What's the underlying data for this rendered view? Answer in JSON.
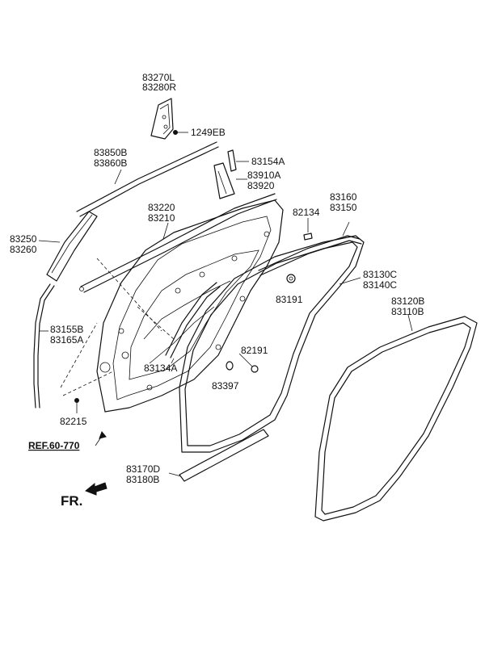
{
  "labels": {
    "p83270L": "83270L",
    "p83280R": "83280R",
    "p1249EB": "1249EB",
    "p83850B": "83850B",
    "p83860B": "83860B",
    "p83154A": "83154A",
    "p83910A": "83910A",
    "p83920": "83920",
    "p83220": "83220",
    "p83210": "83210",
    "p82134": "82134",
    "p83160": "83160",
    "p83150": "83150",
    "p83250": "83250",
    "p83260": "83260",
    "p83130C": "83130C",
    "p83140C": "83140C",
    "p83191": "83191",
    "p83120B": "83120B",
    "p83110B": "83110B",
    "p83155B": "83155B",
    "p83165A": "83165A",
    "p82191": "82191",
    "p83134A": "83134A",
    "p83397": "83397",
    "p82215": "82215",
    "ref": "REF.60-770",
    "p83170D": "83170D",
    "p83180B": "83180B",
    "fr": "FR."
  },
  "icons": {
    "front_arrow": "arrow-icon"
  }
}
